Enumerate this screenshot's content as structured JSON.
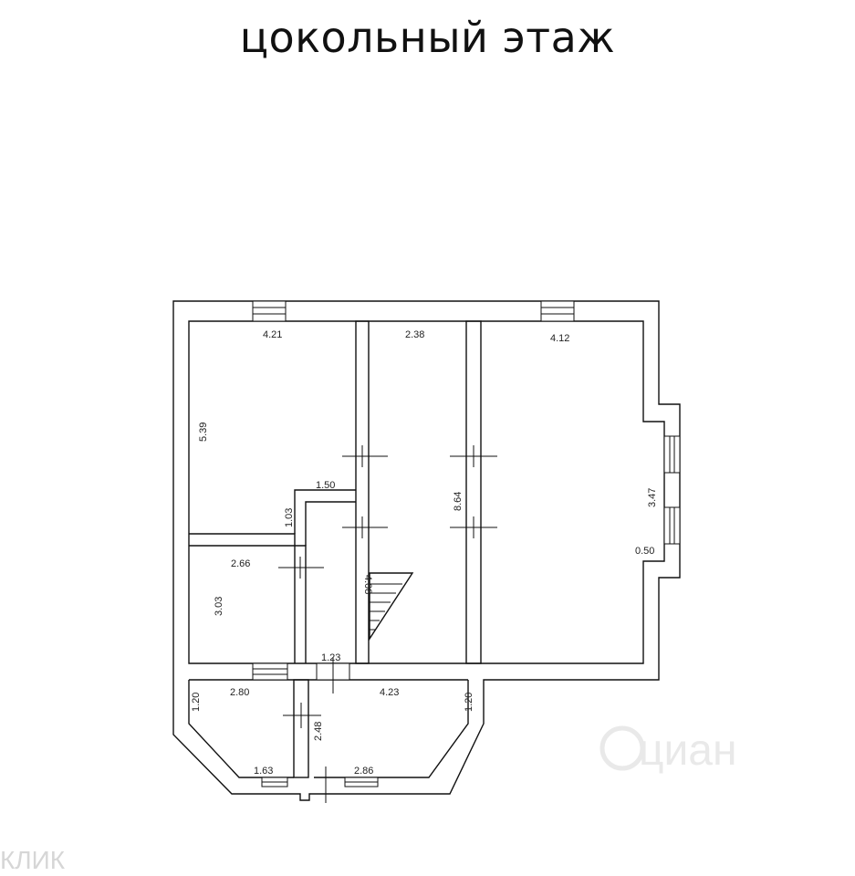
{
  "title": "цокольный этаж",
  "dimensions": {
    "top_left_room_width": "4.21",
    "corridor_width": "2.38",
    "right_room_width": "4.12",
    "left_room_height": "5.39",
    "small_wall_length": "1.50",
    "step_depth": "1.03",
    "corridor_length": "8.64",
    "bay_width": "3.47",
    "bay_depth": "0.50",
    "small_room_width": "2.66",
    "small_room_height": "3.03",
    "stair_length": "4.08",
    "door_gap": "1.23",
    "lower_left_width": "2.80",
    "lower_right_width": "4.23",
    "lower_left_side": "1.20",
    "lower_right_side": "1.20",
    "lower_divider": "2.48",
    "lower_left_bottom": "1.63",
    "lower_right_bottom": "2.86"
  },
  "watermark": {
    "brand": "циан",
    "corner": "КЛИК"
  }
}
